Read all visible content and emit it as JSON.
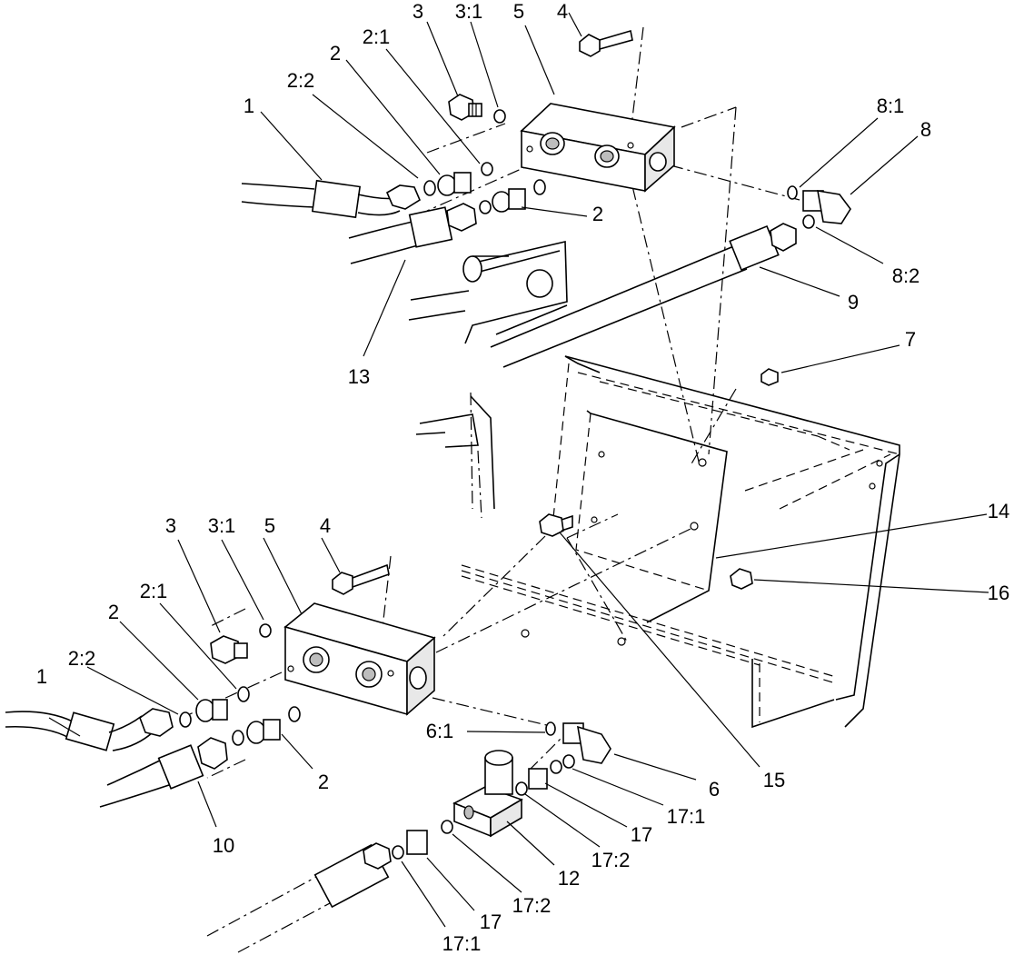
{
  "callouts": {
    "c1_top": "1",
    "c2_2_top": "2:2",
    "c2_top": "2",
    "c2_1_top": "2:1",
    "c3_top": "3",
    "c3_1_top": "3:1",
    "c5_top": "5",
    "c4_top": "4",
    "c8_1": "8:1",
    "c8": "8",
    "c2_top_right": "2",
    "c8_2": "8:2",
    "c9": "9",
    "c13": "13",
    "c7": "7",
    "c14": "14",
    "c16": "16",
    "c3_bot": "3",
    "c3_1_bot": "3:1",
    "c5_bot": "5",
    "c4_bot": "4",
    "c2_bot": "2",
    "c2_1_bot": "2:1",
    "c1_bot": "1",
    "c2_2_bot": "2:2",
    "c6_1": "6:1",
    "c15": "15",
    "c6": "6",
    "c17_1_right": "17:1",
    "c2_bot_right": "2",
    "c17_right": "17",
    "c17_2_right": "17:2",
    "c12": "12",
    "c10": "10",
    "c17_2_low": "17:2",
    "c17_low": "17",
    "c17_1_low": "17:1"
  }
}
